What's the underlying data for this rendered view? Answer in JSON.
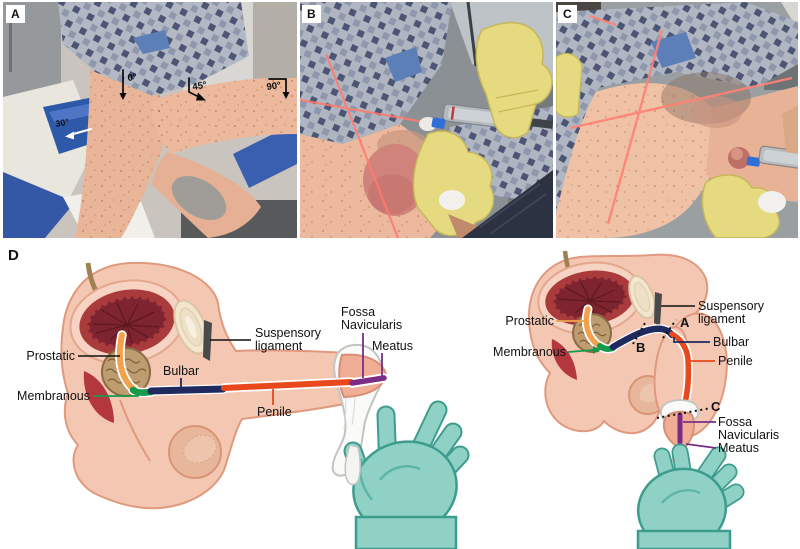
{
  "panels": {
    "a": {
      "letter": "A",
      "angle_0": "0°",
      "angle_45": "45°",
      "angle_90": "90°",
      "angle_30": "30°"
    },
    "b": {
      "letter": "B"
    },
    "c": {
      "letter": "C"
    },
    "d": {
      "letter": "D"
    }
  },
  "diagram_left": {
    "prostatic": "Prostatic",
    "membranous": "Membranous",
    "bulbar": "Bulbar",
    "penile": "Penile",
    "suspensory_line1": "Suspensory",
    "suspensory_line2": "ligament",
    "fossa_line1": "Fossa",
    "fossa_line2": "Navicularis",
    "meatus": "Meatus"
  },
  "diagram_right": {
    "prostatic": "Prostatic",
    "membranous": "Membranous",
    "bulbar": "Bulbar",
    "penile": "Penile",
    "suspensory_line1": "Suspensory",
    "suspensory_line2": "ligament",
    "fossa_line1": "Fossa",
    "fossa_line2": "Navicularis",
    "meatus": "Meatus",
    "marker_a": "A",
    "marker_b": "B",
    "marker_c": "C"
  },
  "colors": {
    "prostatic_urethra": "#F2A24D",
    "membranous_urethra": "#149A4A",
    "bulbar_urethra": "#1F2A5E",
    "penile_urethra": "#E8481C",
    "fossa_meatus": "#7B2D86",
    "glove_teal": "#8FD1C5",
    "skin_diagram": "#F3C7B1",
    "bladder_wall": "#A93B3D",
    "bladder_interior": "#7E2430",
    "prostate": "#BD9D6F",
    "pubic_bone": "#F2E6CF",
    "ligament": "#4A4A4A",
    "laser_red": "#FF7A6E",
    "glove_yellow": "#E6DA80"
  }
}
